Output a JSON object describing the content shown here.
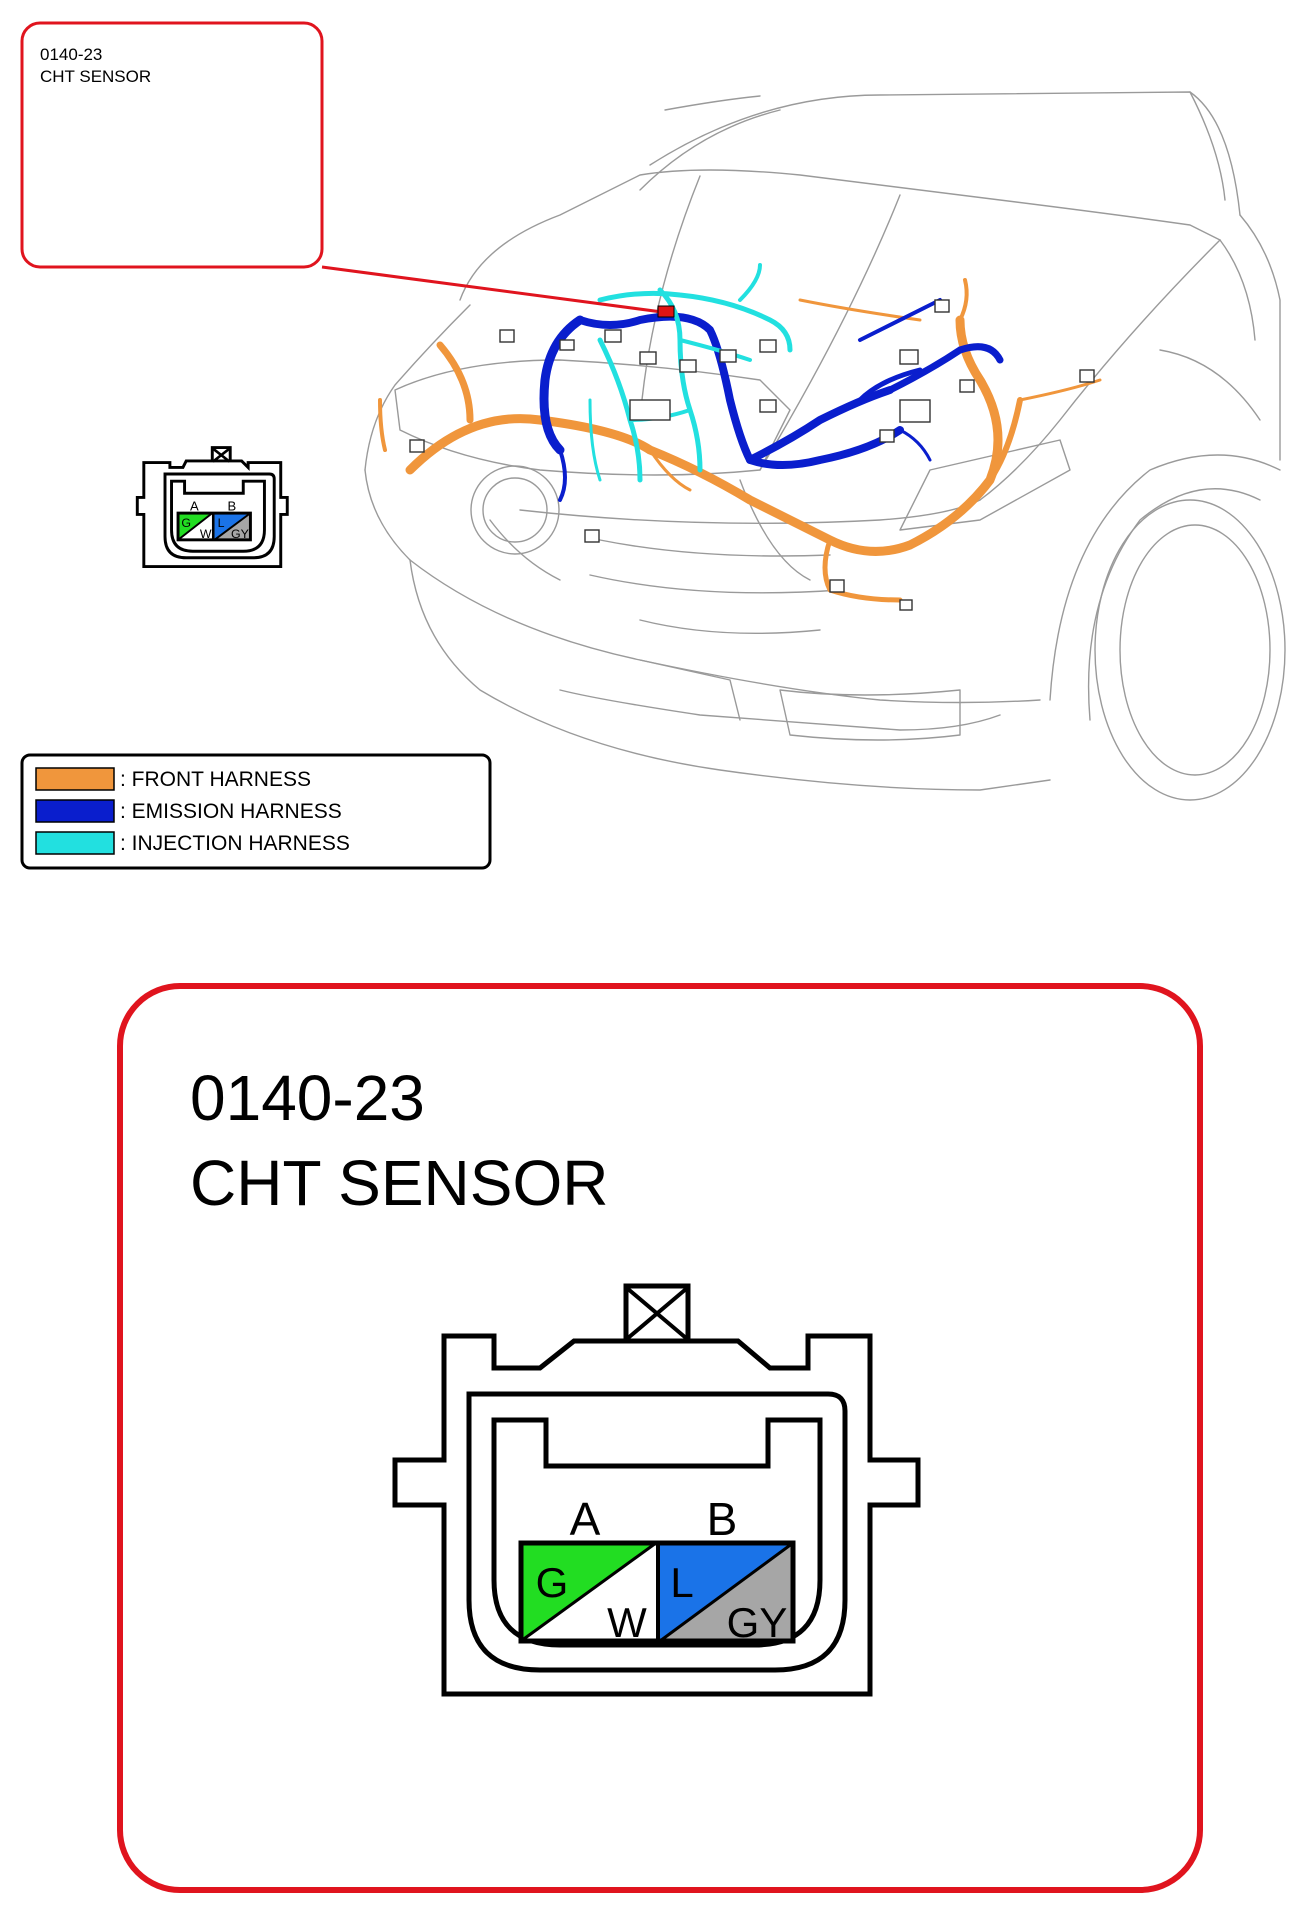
{
  "callout": {
    "code": "0140-23",
    "name": "CHT SENSOR"
  },
  "detail": {
    "code": "0140-23",
    "name": "CHT SENSOR"
  },
  "connector": {
    "pins": [
      {
        "letter": "A",
        "wire_top": "G",
        "wire_bottom": "W",
        "color_top": "#22dd22",
        "color_bottom": "#ffffff"
      },
      {
        "letter": "B",
        "wire_top": "L",
        "wire_bottom": "GY",
        "color_top": "#1a73e8",
        "color_bottom": "#a6a6a6"
      }
    ]
  },
  "legend": {
    "items": [
      {
        "label": ": FRONT HARNESS",
        "color": "#f0963c"
      },
      {
        "label": ": EMISSION HARNESS",
        "color": "#0a1ecd"
      },
      {
        "label": ": INJECTION HARNESS",
        "color": "#22e0e0"
      }
    ]
  },
  "colors": {
    "callout_border": "#e0141e",
    "marker": "#e01414"
  }
}
